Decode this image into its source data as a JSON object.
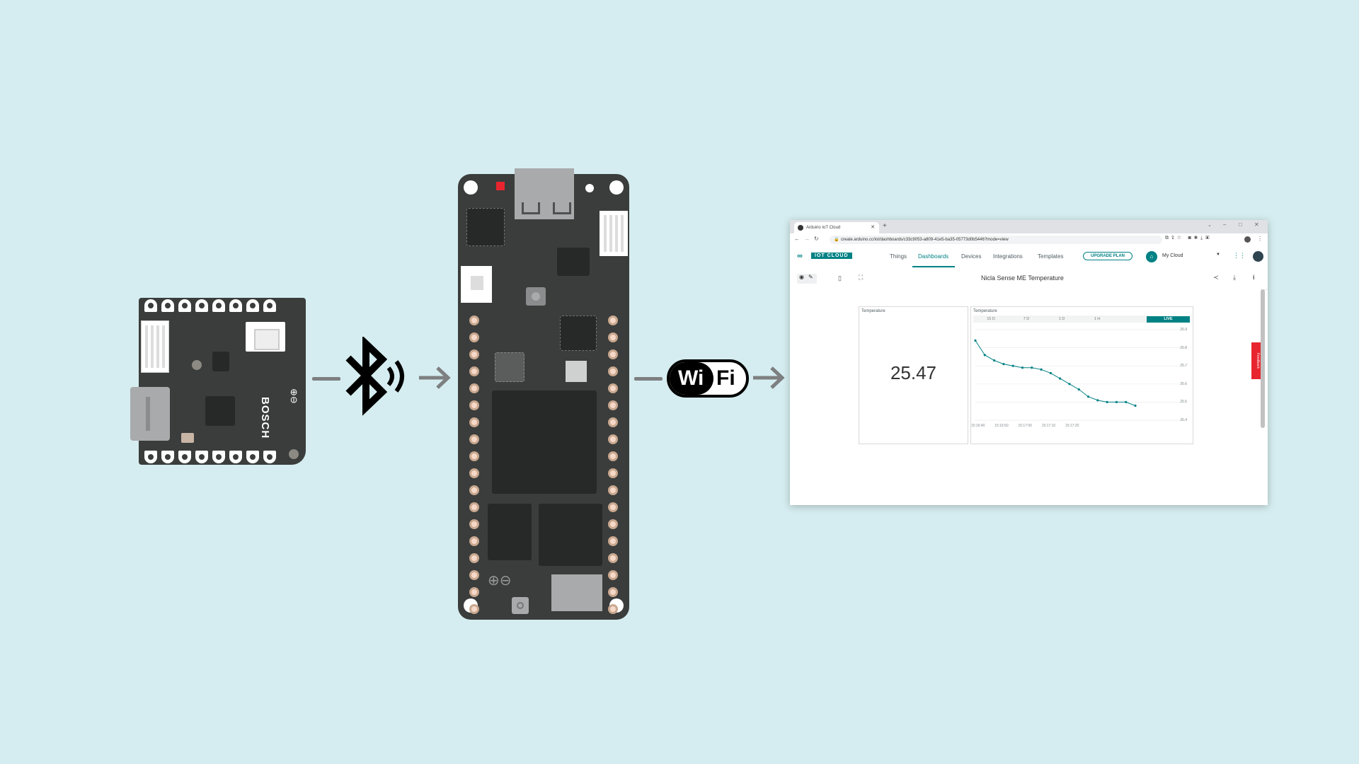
{
  "boards": {
    "nicla": {
      "brand_text": "BOSCH"
    }
  },
  "links": {
    "bluetooth_icon": "bluetooth-icon",
    "wifi": {
      "left": "Wi",
      "right": "Fi"
    }
  },
  "browser": {
    "tab_title": "Arduino IoT Cloud",
    "url": "create.arduino.cc/iot/dashboards/c33c9053-a809-41e5-ba35-05773d0b5446?mode=view",
    "logo_text": "IOT CLOUD",
    "nav_items": [
      "Things",
      "Dashboards",
      "Devices",
      "Integrations",
      "Templates"
    ],
    "active_nav": "Dashboards",
    "upgrade_label": "UPGRADE PLAN",
    "space_label": "My Cloud",
    "dashboard_title": "Nicla Sense ME Temperature",
    "feedback_label": "Feedback",
    "accent_color": "#008184",
    "value_widget": {
      "title": "Temperature",
      "value": "25.47"
    },
    "chart_widget": {
      "title": "Temperature",
      "ranges": [
        "15 D",
        "7 D",
        "1 D",
        "1 H",
        "LIVE"
      ],
      "active_range": "LIVE"
    }
  },
  "chart_data": {
    "type": "line",
    "title": "Temperature",
    "x": [
      "15:16:40",
      "15:16:44",
      "15:16:48",
      "15:16:52",
      "15:16:56",
      "15:17:00",
      "15:17:04",
      "15:17:08",
      "15:17:12",
      "15:17:16",
      "15:17:20",
      "15:17:24",
      "15:17:28",
      "15:17:32",
      "15:17:36",
      "15:17:40",
      "15:17:44",
      "15:17:48"
    ],
    "series": [
      {
        "values": [
          25.84,
          25.76,
          25.73,
          25.71,
          25.7,
          25.69,
          25.69,
          25.68,
          25.66,
          25.63,
          25.6,
          25.57,
          25.53,
          25.51,
          25.5,
          25.5,
          25.5,
          25.48
        ]
      }
    ],
    "x_tick_labels": [
      "15:16:40",
      "15:16:50",
      "15:17:00",
      "15:17:10",
      "15:17:20"
    ],
    "y_tick_labels": [
      "25.9",
      "25.8",
      "25.7",
      "25.6",
      "25.5",
      "25.4"
    ],
    "ylim": [
      25.4,
      25.9
    ],
    "grid": true,
    "line_color": "#008184"
  }
}
